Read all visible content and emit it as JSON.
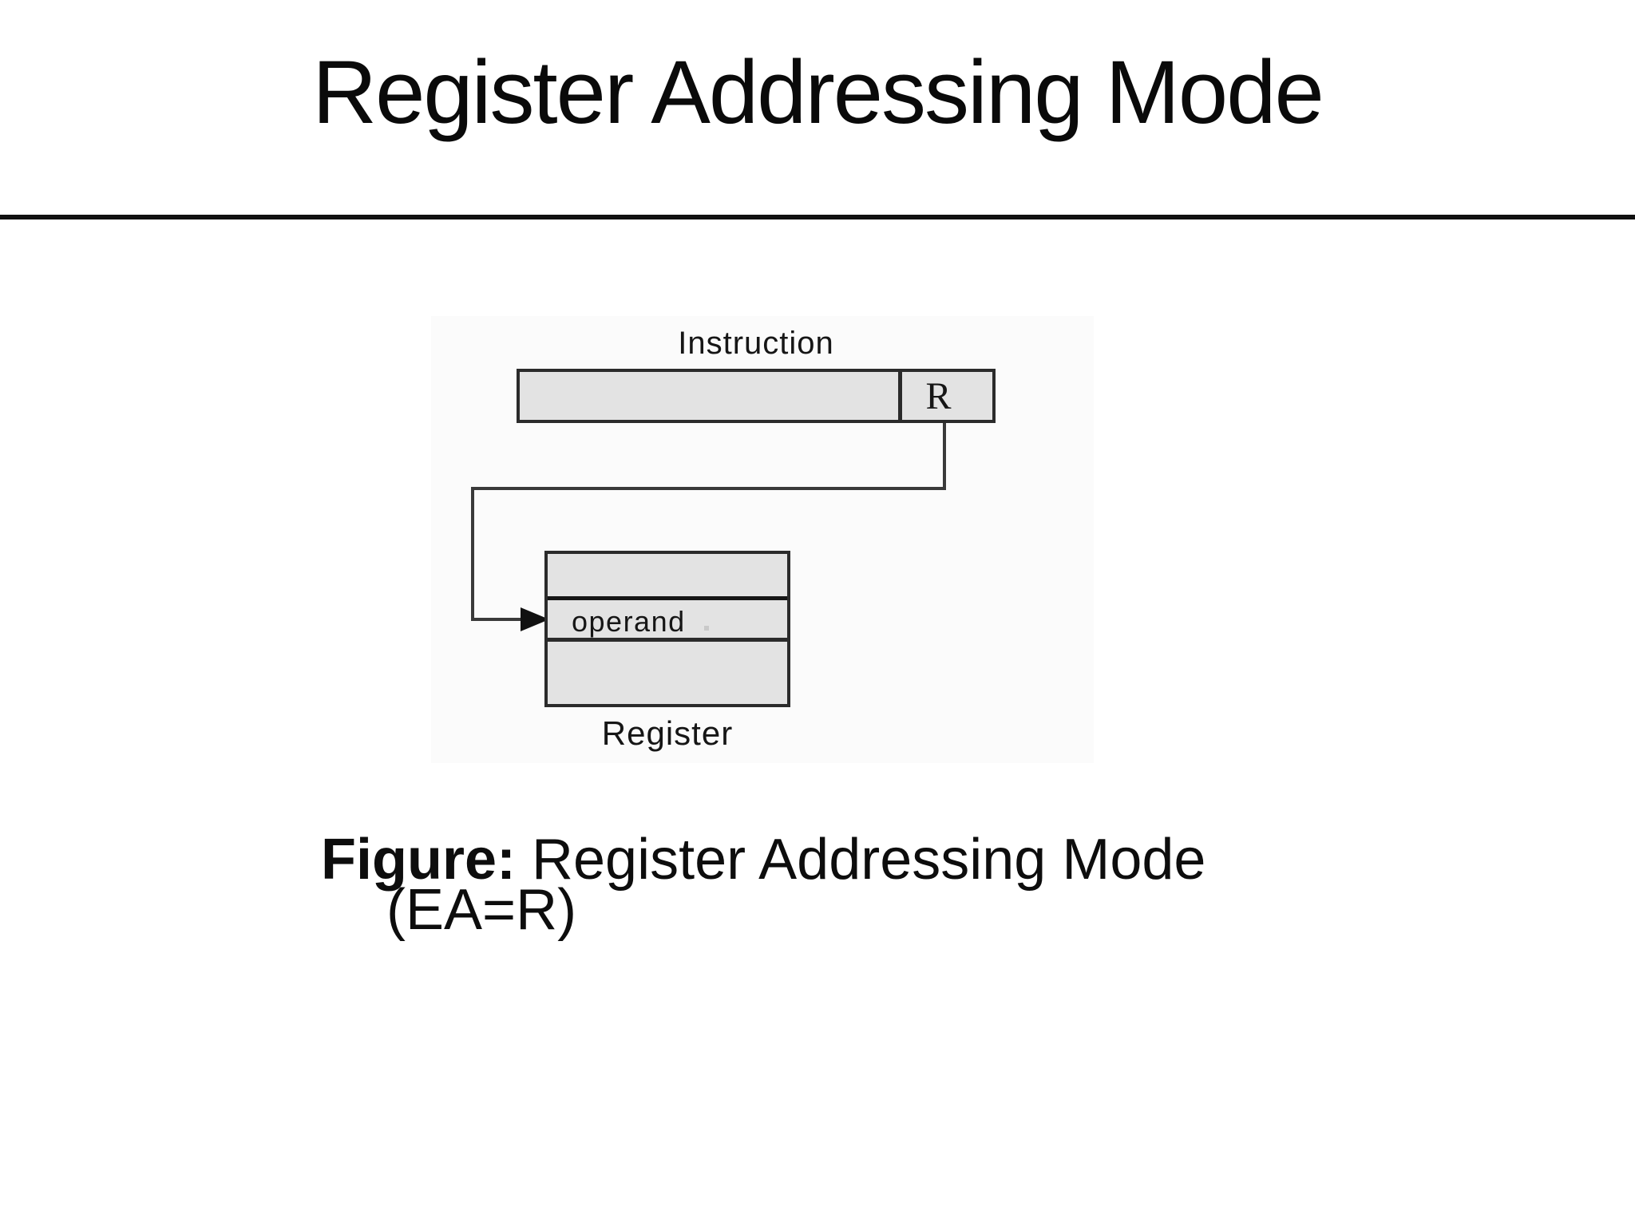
{
  "slide": {
    "title": "Register Addressing Mode",
    "caption": {
      "lead": "Figure:",
      "rest": " Register Addressing Mode (EA=R)"
    }
  },
  "diagram": {
    "instruction_label": "Instruction",
    "register_field_label": "R",
    "operand_label": "operand",
    "register_label": "Register",
    "colors": {
      "box_fill": "#e3e3e3",
      "box_border": "#2b2b2b",
      "connector": "#3a3a3a"
    }
  }
}
